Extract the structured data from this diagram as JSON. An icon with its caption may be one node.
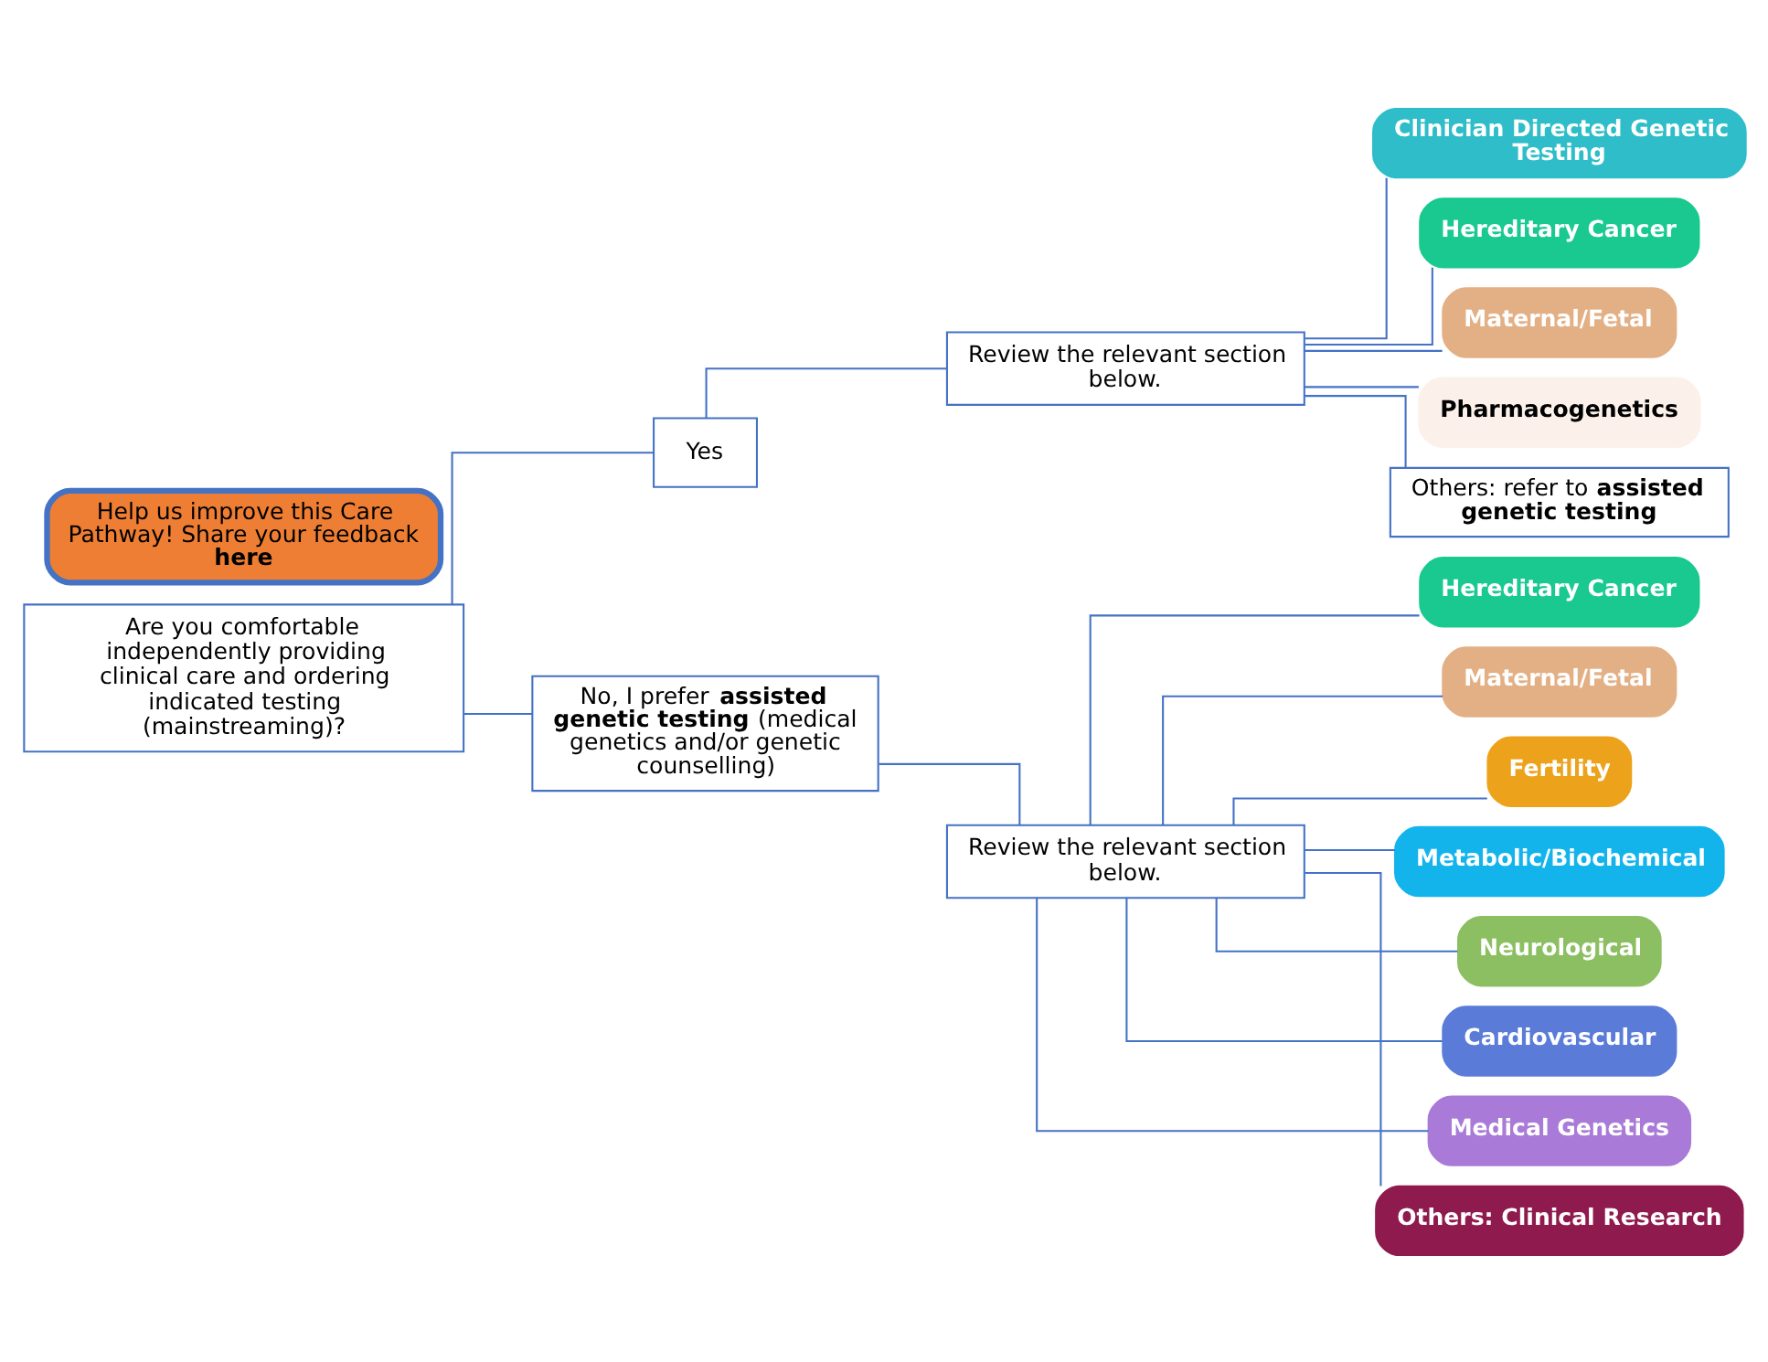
{
  "diagram": {
    "nodes": [
      {
        "text": [
          "Are you comfortable independently providing clinical care and ordering indicated testing (mainstreaming)?"
        ]
      },
      {
        "text": [
          "Yes"
        ]
      },
      {
        "text": [
          "No, I prefer **assisted genetic testing** (medical genetics and/or genetic counselling)"
        ]
      },
      {
        "text": [
          "Review the relevant section below."
        ]
      },
      {
        "text": [
          "Clinician Directed Genetic Testing"
        ]
      },
      {
        "text": [
          "Hereditary Cancer"
        ]
      },
      {
        "text": [
          "Maternal/Fetal"
        ]
      },
      {
        "text": [
          "Pharmacogenetics"
        ]
      },
      {
        "text": [
          "Others: refer to **assisted genetic testing**"
        ]
      },
      {
        "text": [
          "Review the relevant section below."
        ]
      },
      {
        "text": [
          "Hereditary Cancer"
        ]
      },
      {
        "text": [
          "Maternal/Fetal"
        ]
      },
      {
        "text": [
          "Fertility"
        ]
      },
      {
        "text": [
          "Metabolic/Biochemical"
        ]
      },
      {
        "text": [
          "Neurological"
        ]
      },
      {
        "text": [
          "Cardiovascular"
        ]
      },
      {
        "text": [
          "Medical Genetics"
        ]
      },
      {
        "text": [
          "Others: Clinical Research"
        ]
      },
      {
        "text": [
          "Help us improve this Care Pathway! Share your feedback **here**"
        ]
      }
    ],
    "edges": [
      {
        "from": 0,
        "to": 1,
        "arrow": "none"
      },
      {
        "from": 0,
        "to": 2,
        "arrow": "none"
      },
      {
        "from": 1,
        "to": 3,
        "arrow": "none"
      },
      {
        "from": 2,
        "to": 9,
        "arrow": "none"
      },
      {
        "from": 3,
        "to": 4,
        "arrow": "none"
      },
      {
        "from": 3,
        "to": 5,
        "arrow": "none"
      },
      {
        "from": 3,
        "to": 6,
        "arrow": "none"
      },
      {
        "from": 3,
        "to": 7,
        "arrow": "none"
      },
      {
        "from": 3,
        "to": 8,
        "arrow": "none"
      },
      {
        "from": 9,
        "to": 10,
        "arrow": "none"
      },
      {
        "from": 9,
        "to": 11,
        "arrow": "none"
      },
      {
        "from": 9,
        "to": 12,
        "arrow": "none"
      },
      {
        "from": 9,
        "to": 13,
        "arrow": "none"
      },
      {
        "from": 9,
        "to": 14,
        "arrow": "none"
      },
      {
        "from": 9,
        "to": 15,
        "arrow": "none"
      },
      {
        "from": 9,
        "to": 16,
        "arrow": "none"
      },
      {
        "from": 9,
        "to": 17,
        "arrow": "none"
      }
    ]
  }
}
